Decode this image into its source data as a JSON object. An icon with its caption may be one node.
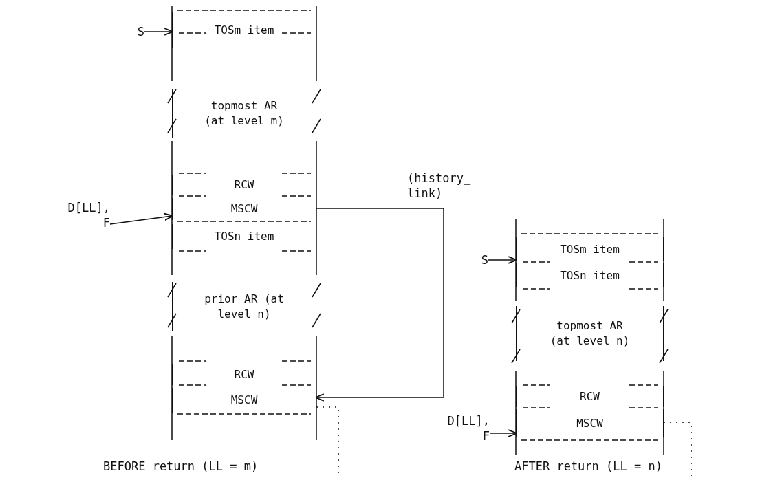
{
  "diagram": {
    "nodes": [
      {
        "text": [
          "TOSm item"
        ]
      },
      {
        "text": [
          "topmost AR (at level m)"
        ]
      },
      {
        "text": [
          "RCW"
        ]
      },
      {
        "text": [
          "MSCW"
        ]
      },
      {
        "text": [
          "TOSn item"
        ]
      },
      {
        "text": [
          "prior AR (at level n)"
        ]
      },
      {
        "text": [
          "RCW"
        ]
      },
      {
        "text": [
          "MSCW"
        ]
      },
      {
        "text": [
          "TOSm item"
        ]
      },
      {
        "text": [
          "TOSn item"
        ]
      },
      {
        "text": [
          "topmost AR (at level n)"
        ]
      },
      {
        "text": [
          "RCW"
        ]
      },
      {
        "text": [
          "MSCW"
        ]
      },
      {
        "text": [
          "S"
        ]
      },
      {
        "text": [
          "D[LL], F"
        ]
      },
      {
        "text": [
          "S"
        ]
      },
      {
        "text": [
          "D[LL], F"
        ]
      }
    ],
    "edges": [
      {
        "from": 13,
        "to": 0,
        "arrow": "to"
      },
      {
        "from": 14,
        "to": 3,
        "arrow": "to"
      },
      {
        "from": 3,
        "to": 7,
        "arrow": "to",
        "label": "(history_link)"
      },
      {
        "from": 7,
        "to": null,
        "arrow": "none",
        "style": "dashed"
      },
      {
        "from": 15,
        "to": 8,
        "arrow": "to"
      },
      {
        "from": 16,
        "to": 12,
        "arrow": "to"
      },
      {
        "from": 12,
        "to": null,
        "arrow": "none",
        "style": "dashed"
      }
    ],
    "labels": [
      "BEFORE return (LL = m)",
      "AFTER return (LL = n)"
    ]
  }
}
